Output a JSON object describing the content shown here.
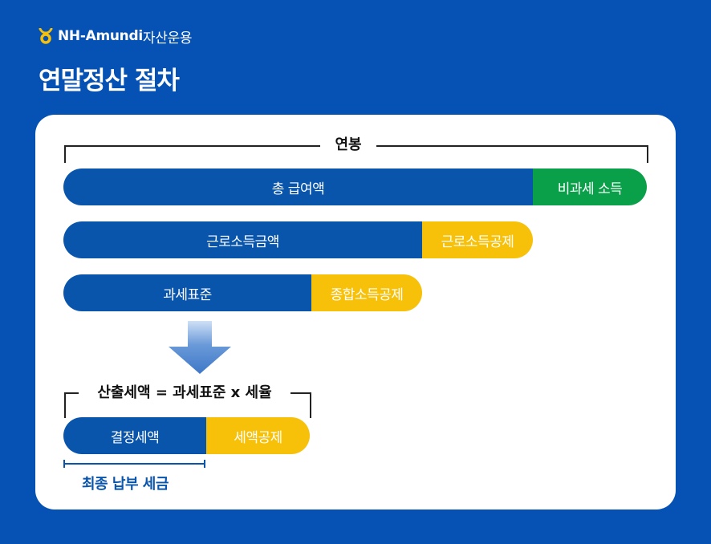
{
  "logo": {
    "brand": "NH-Amundi",
    "suffix": "자산운용"
  },
  "title": "연말정산 절차",
  "annual_salary_label": "연봉",
  "rows": [
    {
      "main": "총 급여액",
      "side": "비과세 소득"
    },
    {
      "main": "근로소득금액",
      "side": "근로소득공제"
    },
    {
      "main": "과세표준",
      "side": "종합소득공제"
    }
  ],
  "formula_label": "산출세액 = 과세표준 x 세율",
  "final_row": {
    "main": "결정세액",
    "side": "세액공제"
  },
  "final_tax_label": "최종 납부 세금",
  "colors": {
    "background": "#0552b4",
    "blue": "#0a55ac",
    "green": "#0aa04a",
    "yellow": "#f7c009"
  }
}
